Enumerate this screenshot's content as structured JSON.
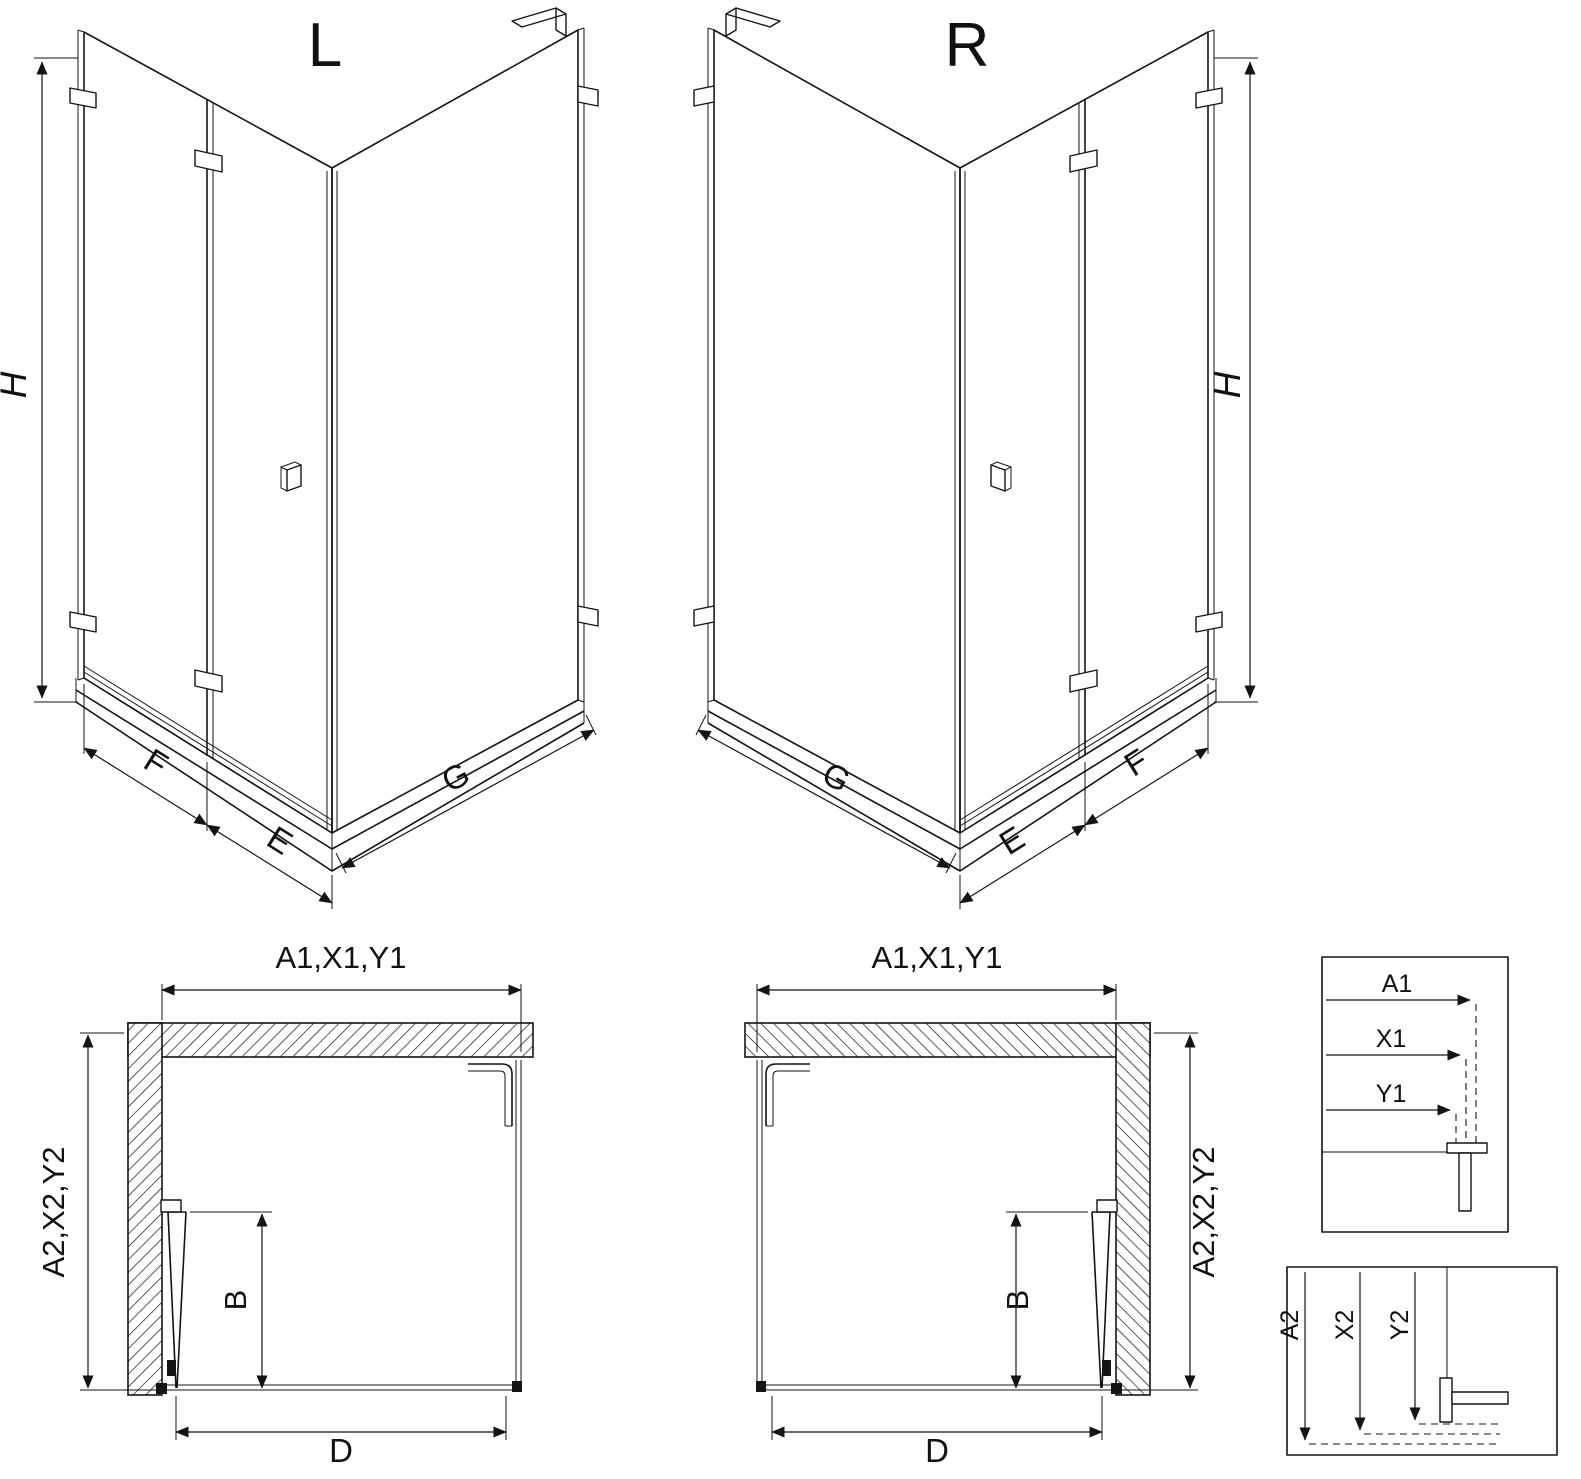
{
  "figure": {
    "iso_left": {
      "title": "L",
      "h": "H",
      "f": "F",
      "e": "E",
      "g": "G"
    },
    "iso_right": {
      "title": "R",
      "h": "H",
      "f": "F",
      "e": "E",
      "g": "G"
    },
    "plan_left": {
      "top": "A1,X1,Y1",
      "side": "A2,X2,Y2",
      "b": "B",
      "d": "D"
    },
    "plan_right": {
      "top": "A1,X1,Y1",
      "side": "A2,X2,Y2",
      "b": "B",
      "d": "D"
    },
    "detail_top": {
      "a1": "A1",
      "x1": "X1",
      "y1": "Y1"
    },
    "detail_bottom": {
      "a2": "A2",
      "x2": "X2",
      "y2": "Y2"
    }
  }
}
